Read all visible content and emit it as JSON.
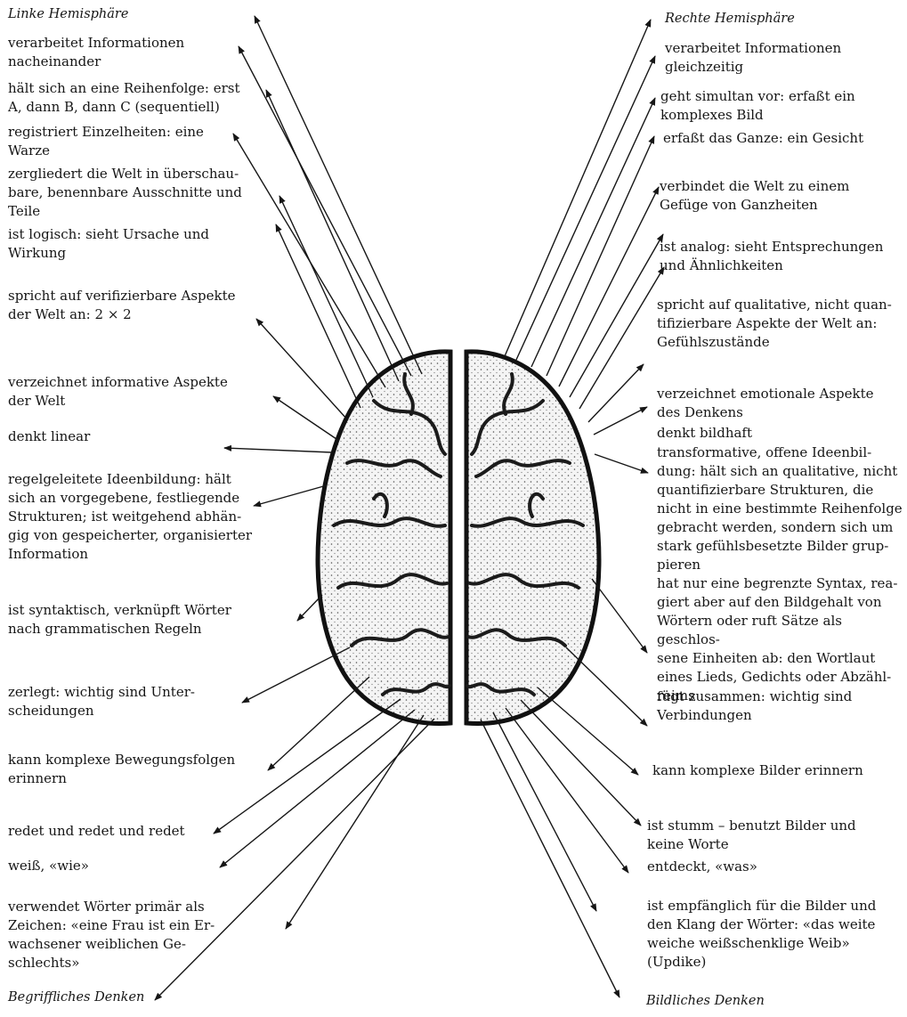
{
  "left": {
    "heading": "Linke Hemisphäre",
    "items": [
      "verarbeitet Informationen\nnacheinander",
      "hält sich an eine Reihenfolge: erst\nA, dann B, dann C (sequentiell)",
      "registriert Einzelheiten: eine\nWarze",
      "zergliedert die Welt in überschau-\nbare, benennbare Ausschnitte und\nTeile",
      "ist logisch: sieht Ursache und\nWirkung",
      "spricht auf verifizierbare Aspekte\nder Welt an: 2 × 2",
      "verzeichnet informative Aspekte\nder Welt",
      "denkt linear",
      "regelgeleitete Ideenbildung: hält\nsich an vorgegebene, festliegende\nStrukturen; ist weitgehend abhän-\ngig von gespeicherter, organisierter\nInformation",
      "ist syntaktisch, verknüpft Wörter\nnach grammatischen Regeln",
      "zerlegt: wichtig sind Unter-\nscheidungen",
      "kann komplexe Bewegungsfolgen\nerinnern",
      "redet und redet und redet",
      "weiß, «wie»",
      "verwendet Wörter primär als\nZeichen: «eine Frau ist ein Er-\nwachsener weiblichen Ge-\nschlechts»"
    ],
    "footer": "Begriffliches Denken"
  },
  "right": {
    "heading": "Rechte Hemisphäre",
    "items": [
      "verarbeitet Informationen\ngleichzeitig",
      "geht simultan vor: erfaßt ein\nkomplexes Bild",
      "erfaßt das Ganze: ein Gesicht",
      "verbindet die Welt zu einem\nGefüge von Ganzheiten",
      "ist analog: sieht Entsprechungen\nund Ähnlichkeiten",
      "spricht auf qualitative, nicht quan-\ntifizierbare Aspekte der Welt an:\nGefühlszustände",
      "verzeichnet emotionale Aspekte\ndes Denkens",
      "denkt bildhaft",
      "transformative, offene Ideenbil-\ndung: hält sich an qualitative, nicht\nquantifizierbare Strukturen, die\nnicht in eine bestimmte Reihenfolge\ngebracht werden, sondern sich um\nstark gefühlsbesetzte Bilder grup-\npieren",
      "hat nur eine begrenzte Syntax, rea-\ngiert aber auf den Bildgehalt von\nWörtern oder ruft Sätze als geschlos-\nsene Einheiten ab: den Wortlaut\neines Lieds, Gedichts oder Abzähl-\nreims",
      "fügt zusammen: wichtig sind\nVerbindungen",
      "kann komplexe Bilder erinnern",
      "ist stumm – benutzt Bilder und\nkeine Worte",
      "entdeckt, «was»",
      "ist empfänglich für die Bilder und\nden Klang der Wörter: «das weite\nweiche weißschenklige Weib»\n(Updike)"
    ],
    "footer": "Bildliches Denken"
  }
}
